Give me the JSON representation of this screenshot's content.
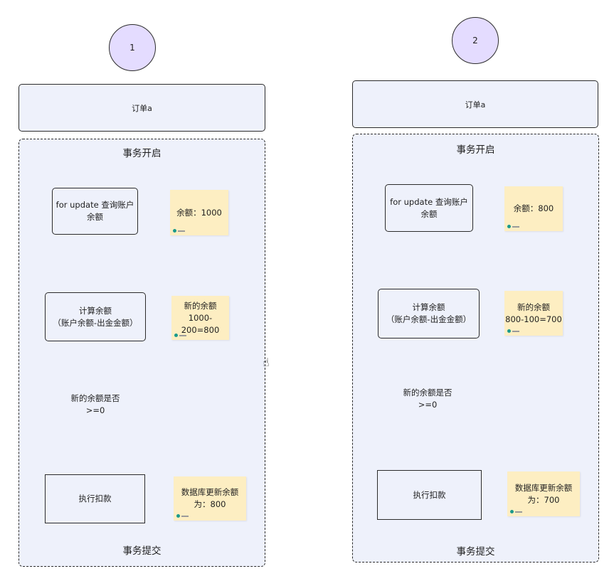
{
  "flows": [
    {
      "number": "1",
      "order": "订单a",
      "txn_start": "事务开启",
      "query": "for update 查询账户\n余额",
      "query_note": "余额：1000",
      "calc": "计算余额\n（账户余额-出金金额）",
      "calc_note": "新的余额\n1000-200=800",
      "check": "新的余额是否\n>=0",
      "deduct": "执行扣款",
      "deduct_note": "数据库更新余额\n为：800",
      "txn_end": "事务提交"
    },
    {
      "number": "2",
      "order": "订单a",
      "txn_start": "事务开启",
      "query": "for update 查询账户\n余额",
      "query_note": "余额：800",
      "calc": "计算余额\n（账户余额-出金金额）",
      "calc_note": "新的余额\n800-100=700",
      "check": "新的余额是否\n>=0",
      "deduct": "执行扣款",
      "deduct_note": "数据库更新余额\n为：700",
      "txn_end": "事务提交"
    }
  ],
  "colors": {
    "circle_fill": "#e4dcff",
    "box_fill": "#eef1fb",
    "note_fill": "#fdeec2",
    "diamond_fill": "#fdeec2",
    "stroke": "#2b2b2b"
  },
  "icons": {
    "cursor": "hand-pointer-icon",
    "note_badge": "app-logo-icon"
  }
}
